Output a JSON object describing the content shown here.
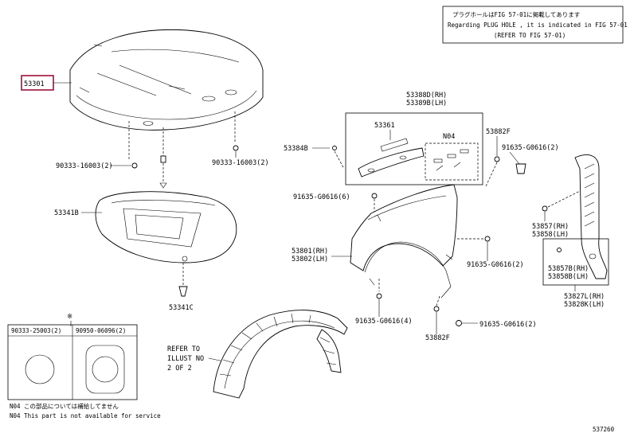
{
  "note": {
    "line1": "プラグホールはFIG 57-01に掲載してあります",
    "line2": "Regarding PLUG HOLE , it is indicated in FIG 57-01",
    "line3": "(REFER TO FIG 57-01)"
  },
  "labels": {
    "hood": "53301",
    "hood_plug_left": "90333-16003(2)",
    "hood_plug_right": "90333-16003(2)",
    "insulator": "53341B",
    "insulator_clip": "53341C",
    "seal_rh": "53388D(RH)",
    "seal_lh": "53389B(LH)",
    "seal_sub": "53361",
    "seal_note": "N04",
    "seal_clip": "53384B",
    "bolt_top": "91635-G0616(6)",
    "fender_rh": "53801(RH)",
    "fender_lh": "53802(LH)",
    "bolt_bottom_left": "91635-G0616(4)",
    "bolt_bottom_right": "91635-G0616(2)",
    "bolt_mid": "91635-G0616(2)",
    "bolt_upper_right": "91635-G0616(2)",
    "bracket_upper": "53882F",
    "bracket_lower": "53882F",
    "liner_rh_a": "53857(RH)",
    "liner_lh_a": "53858(LH)",
    "liner_rh_b": "53857B(RH)",
    "liner_lh_b": "53858B(LH)",
    "liner_rh_c": "53827L(RH)",
    "liner_lh_c": "53828K(LH)",
    "refer_1": "REFER TO",
    "refer_2": "ILLUST NO",
    "refer_3": "2 OF 2",
    "asterisk": "※"
  },
  "plug_table": {
    "col1": "90333-25003(2)",
    "col2": "90950-06096(2)"
  },
  "footnote": {
    "line1": "N04  この部品については補給してません",
    "line2": "N04  This part is not available for service"
  },
  "figure_id": "537260",
  "colors": {
    "highlight": "#a0103a",
    "line": "#000000"
  }
}
